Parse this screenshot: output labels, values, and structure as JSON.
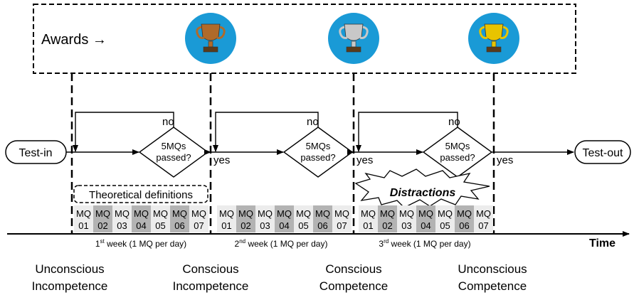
{
  "awards": {
    "label": "Awards",
    "arrow": "→",
    "trophies": [
      {
        "icon": "bronze-trophy-icon",
        "color": "#b06a2a"
      },
      {
        "icon": "silver-trophy-icon",
        "color": "#c8c8c8"
      },
      {
        "icon": "gold-trophy-icon",
        "color": "#e8c400"
      }
    ],
    "circle_color": "#1a9ad6"
  },
  "flow": {
    "start": "Test-in",
    "end": "Test-out",
    "decision": [
      "5MQs",
      "passed?"
    ],
    "no_label": "no",
    "yes_label": "yes",
    "theoretical": "Theoretical definitions",
    "distractions": "Distractions"
  },
  "mq_cells": [
    {
      "top": "MQ",
      "bottom": "01",
      "shade": "light"
    },
    {
      "top": "MQ",
      "bottom": "02",
      "shade": "dark"
    },
    {
      "top": "MQ",
      "bottom": "03",
      "shade": "light"
    },
    {
      "top": "MQ",
      "bottom": "04",
      "shade": "dark"
    },
    {
      "top": "MQ",
      "bottom": "05",
      "shade": "light"
    },
    {
      "top": "MQ",
      "bottom": "06",
      "shade": "dark"
    },
    {
      "top": "MQ",
      "bottom": "07",
      "shade": "light"
    }
  ],
  "weeks": [
    {
      "num": "1",
      "sup": "st",
      "text": " week (1 MQ per day)"
    },
    {
      "num": "2",
      "sup": "nd",
      "text": " week (1 MQ per day)"
    },
    {
      "num": "3",
      "sup": "rd",
      "text": " week (1 MQ per day)"
    }
  ],
  "time_label": "Time",
  "stages": [
    {
      "line1": "Unconscious",
      "line2": "Incompetence"
    },
    {
      "line1": "Conscious",
      "line2": "Incompetence"
    },
    {
      "line1": "Conscious",
      "line2": "Competence"
    },
    {
      "line1": "Unconscious",
      "line2": "Competence"
    }
  ],
  "colors": {
    "cell_light": "#ececec",
    "cell_dark": "#b3b3b3"
  }
}
